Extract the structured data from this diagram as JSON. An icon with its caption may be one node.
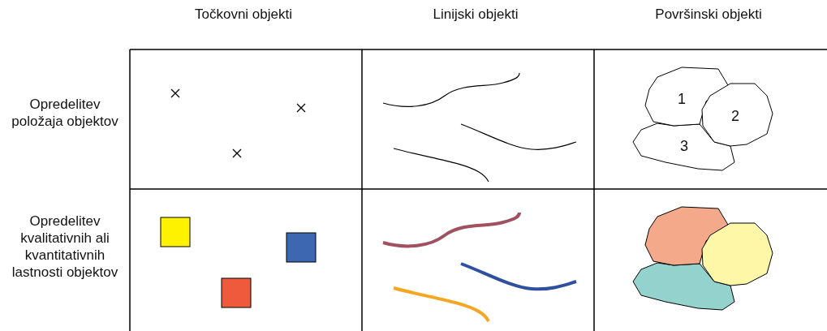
{
  "diagram": {
    "nodes": [
      {
        "text": [
          "1"
        ]
      },
      {
        "text": [
          "2"
        ]
      },
      {
        "text": [
          "3"
        ]
      },
      {
        "text": [],
        "shape": "polygon"
      },
      {
        "text": [],
        "shape": "polygon"
      },
      {
        "text": [],
        "shape": "polygon"
      }
    ],
    "labels": [
      "Točkovni objekti",
      "Linijski objekti",
      "Površinski objekti",
      "Opredelitev položaja objektov",
      "Opredelitev kvalitativnih ali kvantitativnih lastnosti objektov"
    ]
  }
}
